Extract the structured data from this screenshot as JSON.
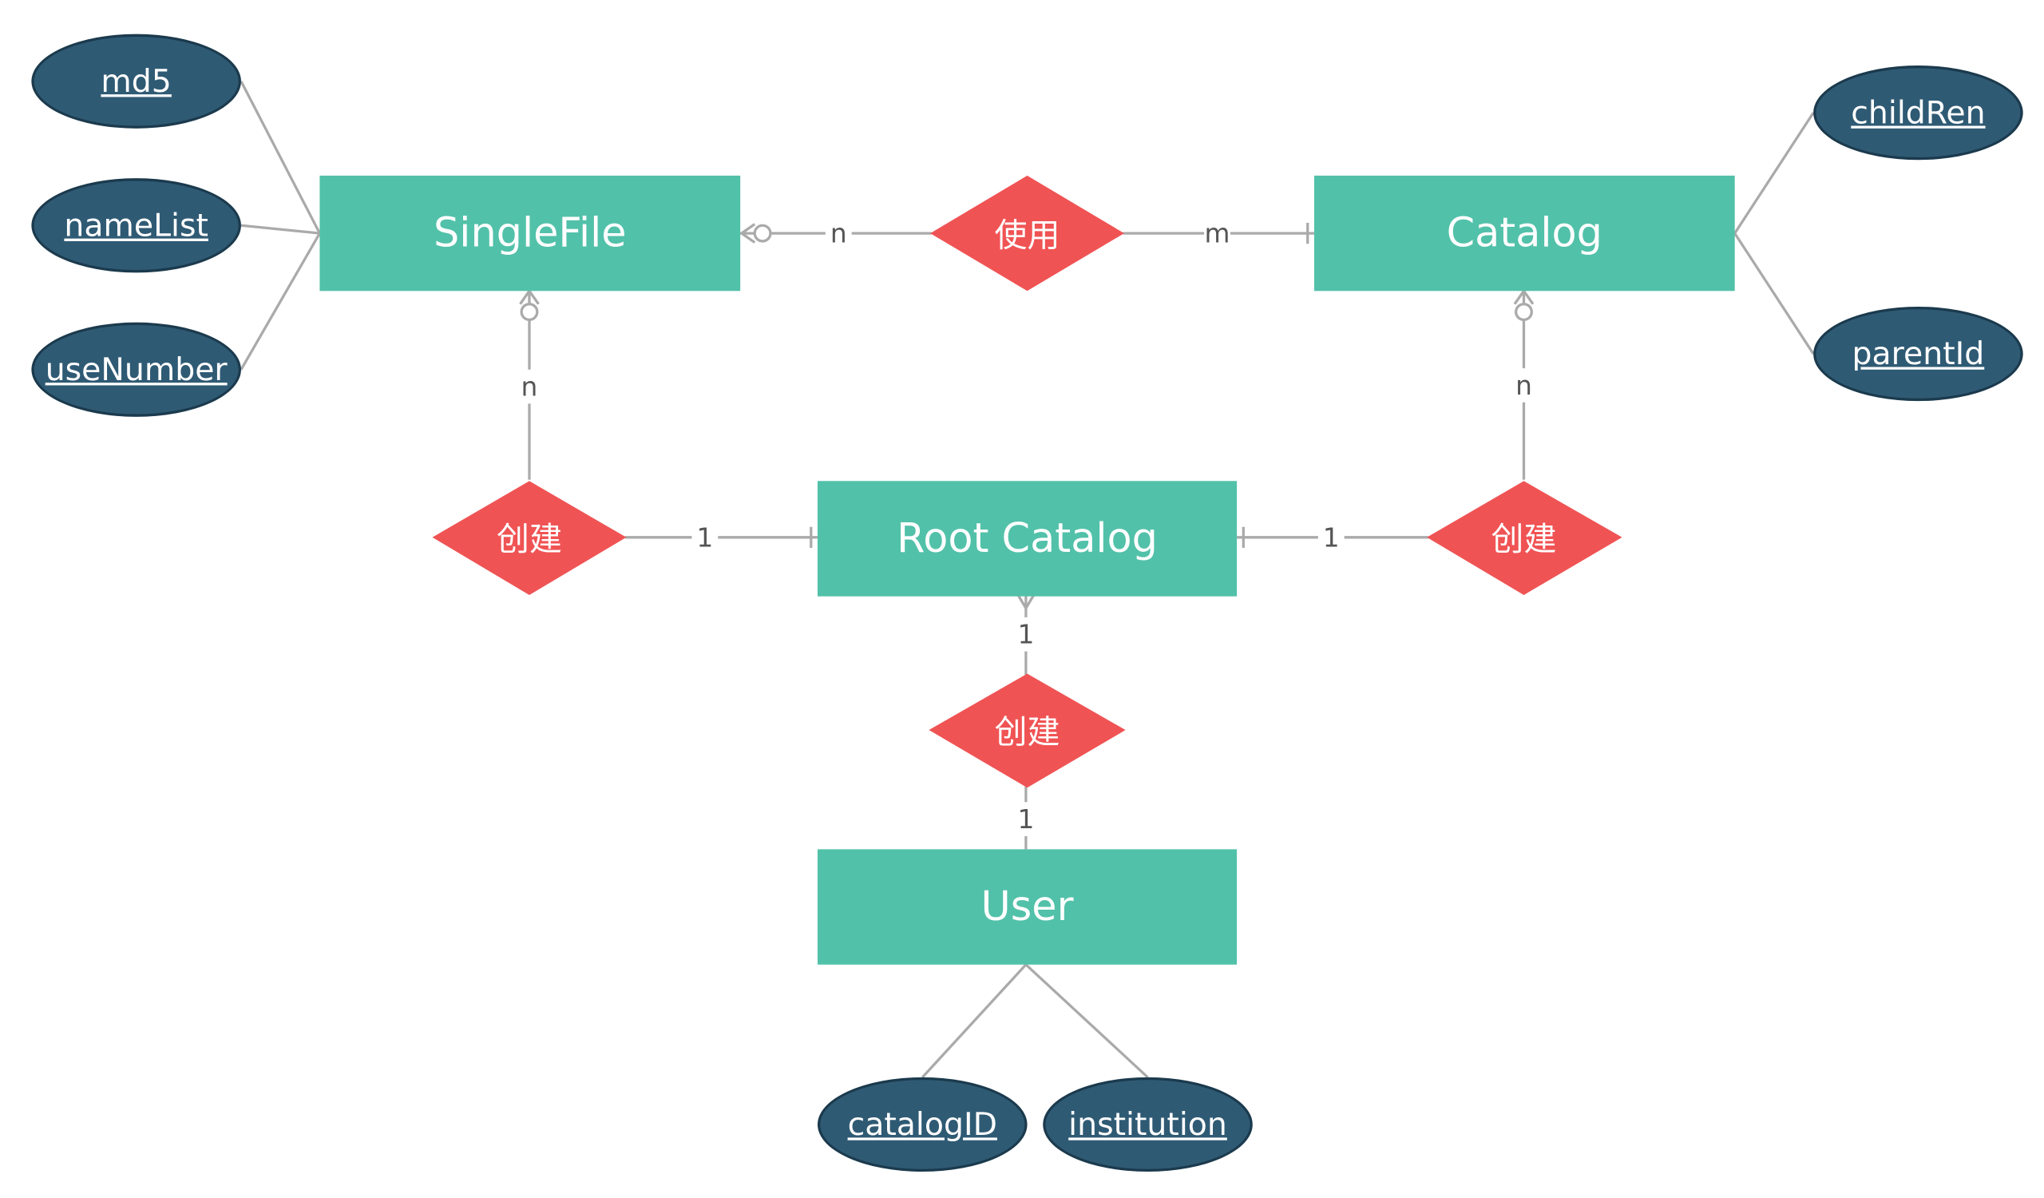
{
  "entities": {
    "singlefile": "SingleFile",
    "catalog": "Catalog",
    "root_catalog": "Root Catalog",
    "user": "User"
  },
  "relationships": {
    "use": "使用",
    "create_file": "创建",
    "create_catalog": "创建",
    "create_root": "创建"
  },
  "attributes": {
    "md5": "md5",
    "namelist": "nameList",
    "usenumber": "useNumber",
    "children": "childRen",
    "parentid": "parentId",
    "catalogid": "catalogID",
    "institution": "institution"
  },
  "cardinalities": {
    "singlefile_use": "n",
    "use_catalog": "m",
    "singlefile_create": "n",
    "catalog_create": "n",
    "create_root_left": "1",
    "create_root_right": "1",
    "root_create_user_top": "1",
    "root_create_user_bottom": "1"
  },
  "colors": {
    "entity": "#52c1a9",
    "relationship": "#f05354",
    "attribute": "#2f5a74",
    "line": "#aaaaaa"
  }
}
